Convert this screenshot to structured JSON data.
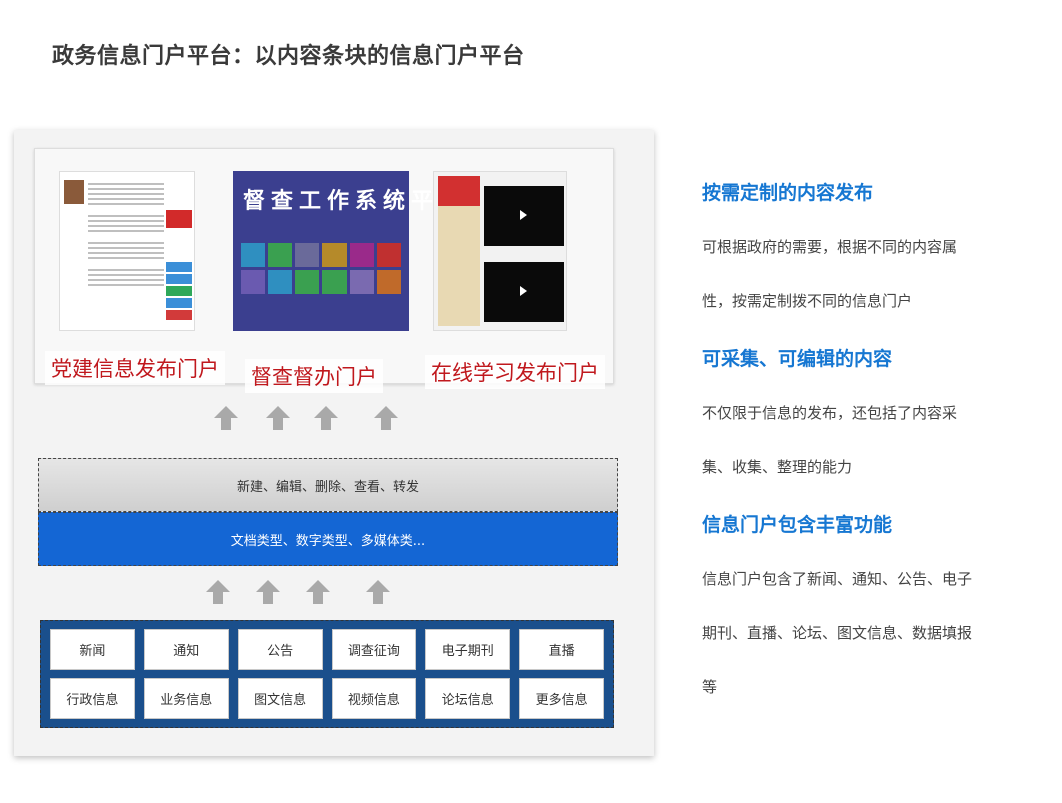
{
  "page": {
    "title": "政务信息门户平台：以内容条块的信息门户平台"
  },
  "portals": [
    {
      "label": "党建信息发布门户"
    },
    {
      "label": "督查督办门户"
    },
    {
      "label": "在线学习发布门户"
    }
  ],
  "supervision_thumb": {
    "title": "督查工作系统平台"
  },
  "bands": {
    "operations": "新建、编辑、删除、查看、转发",
    "types": "文档类型、数字类型、多媒体类..."
  },
  "functions": [
    "新闻",
    "通知",
    "公告",
    "调查征询",
    "电子期刊",
    "直播",
    "行政信息",
    "业务信息",
    "图文信息",
    "视频信息",
    "论坛信息",
    "更多信息"
  ],
  "features": [
    {
      "title": "按需定制的内容发布",
      "text": "可根据政府的需要，根据不同的内容属性，按需定制拨不同的信息门户"
    },
    {
      "title": "可采集、可编辑的内容",
      "text": "不仅限于信息的发布，还包括了内容采集、收集、整理的能力"
    },
    {
      "title": "信息门户包含丰富功能",
      "text": "信息门户包含了新闻、通知、公告、电子期刊、直播、论坛、图文信息、数据填报等"
    }
  ],
  "colors": {
    "title_blue": "#1677d2",
    "band_blue": "#1466d4",
    "grid_navy": "#1a4f8c",
    "label_red": "#c0181d"
  }
}
